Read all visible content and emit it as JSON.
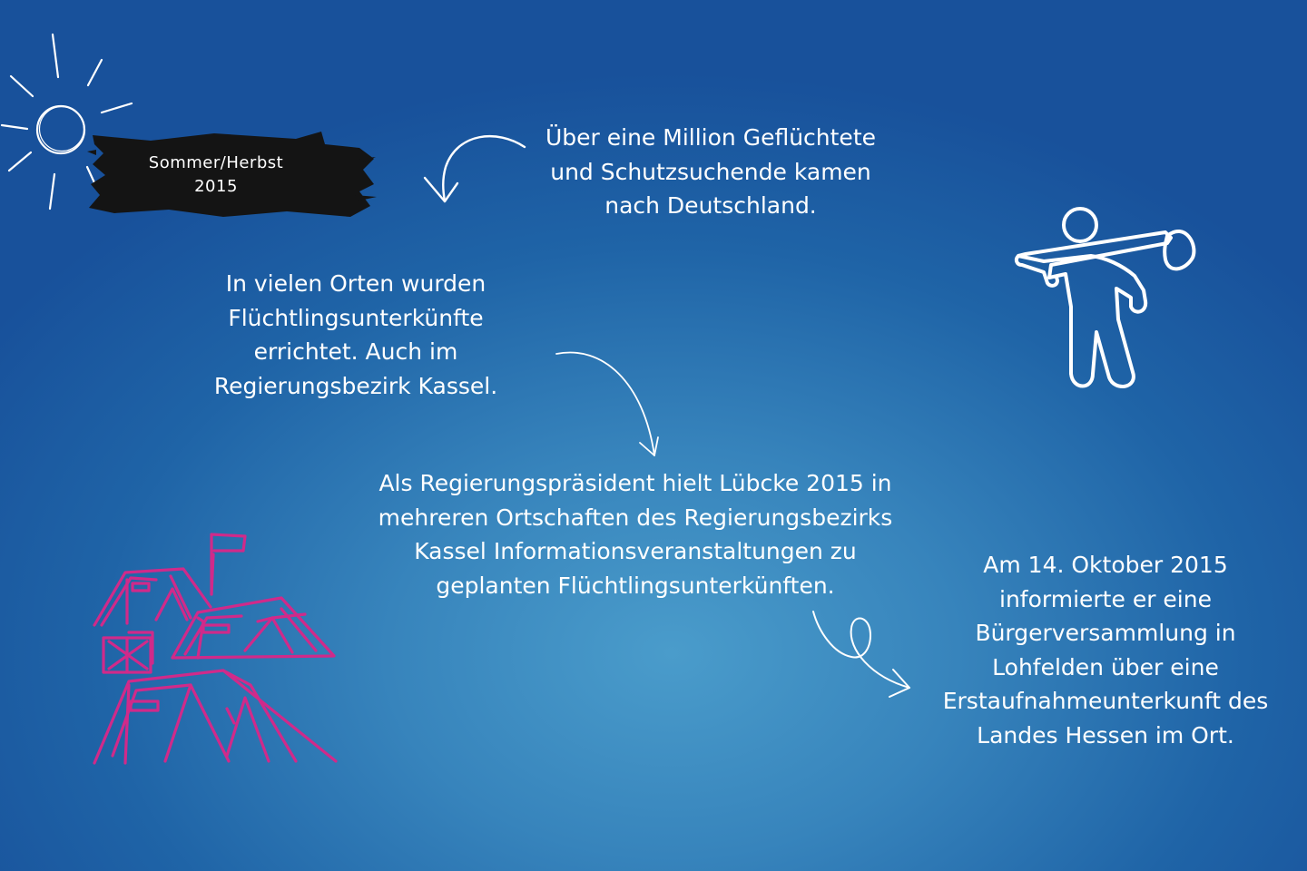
{
  "date_badge": {
    "text": "Sommer/Herbst\n2015"
  },
  "blocks": {
    "million": "Über eine Million Geflüchtete\nund Schutzsuchende kamen\nnach Deutschland.",
    "orte": "In vielen Orten wurden\nFlüchtlingsunterkünfte\nerrichtet. Auch im\nRegierungsbezirk Kassel.",
    "luebcke": "Als Regierungspräsident hielt Lübcke 2015 in\nmehreren Ortschaften des Regierungsbezirks\nKassel Informationsveranstaltungen zu\ngeplanten Flüchtlingsunterkünften.",
    "oktober": "Am 14. Oktober 2015\ninformierte er eine\nBürgerversammlung in\nLohfelden über eine\nErstaufnahmeunterkunft des\nLandes Hessen im Ort."
  },
  "icons": {
    "sun": "sun-icon",
    "refugee": "person-with-bundle-icon",
    "camp": "tent-camp-icon",
    "arrows": [
      "curved-arrow-left-icon",
      "curved-arrow-down-icon",
      "loop-arrow-right-icon"
    ]
  },
  "colors": {
    "background": "#2a74b3",
    "text": "#ffffff",
    "brush": "#141414",
    "camp": "#d02a8a"
  }
}
